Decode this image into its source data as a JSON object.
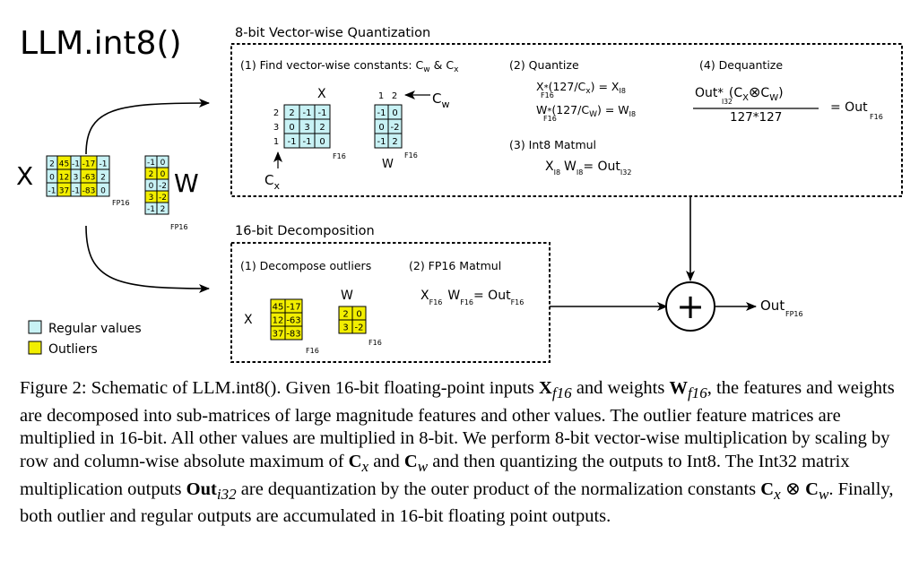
{
  "title": "LLM.int8()",
  "colors": {
    "regular": "#c8f2f5",
    "outlier": "#f2ee00",
    "line": "#000000"
  },
  "left": {
    "x_label": "X",
    "w_label": "W",
    "x_matrix": [
      [
        "2",
        "45",
        "-1",
        "-17",
        "-1"
      ],
      [
        "0",
        "12",
        "3",
        "-63",
        "2"
      ],
      [
        "-1",
        "37",
        "-1",
        "-83",
        "0"
      ]
    ],
    "x_outlier_cols": [
      1,
      3
    ],
    "x_tag": "FP16",
    "w_matrix": [
      [
        "-1",
        "0"
      ],
      [
        "2",
        "0"
      ],
      [
        "0",
        "-2"
      ],
      [
        "3",
        "-2"
      ],
      [
        "-1",
        "2"
      ]
    ],
    "w_outlier_rows": [
      1,
      3
    ],
    "w_tag": "FP16"
  },
  "legend": {
    "regular": "Regular values",
    "outliers": "Outliers"
  },
  "int8_box": {
    "heading": "8-bit Vector-wise Quantization",
    "step1": "(1) Find vector-wise constants: C",
    "step1_sub_w": "w",
    "step1_amp": " & C",
    "step1_sub_x": "x",
    "x_label": "X",
    "x_matrix": [
      [
        "2",
        "-1",
        "-1"
      ],
      [
        "0",
        "3",
        "2"
      ],
      [
        "-1",
        "-1",
        "0"
      ]
    ],
    "x_row_idx": [
      "2",
      "3",
      "1"
    ],
    "x_tag": "F16",
    "cx_label": "C",
    "cx_sub": "x",
    "w_matrix": [
      [
        "-1",
        "0"
      ],
      [
        "0",
        "-2"
      ],
      [
        "-1",
        "2"
      ]
    ],
    "w_col_idx": [
      "1",
      "2"
    ],
    "w_label": "W",
    "w_tag": "F16",
    "cw_label": "C",
    "cw_sub": "w",
    "step2": "(2) Quantize",
    "q1": {
      "a": "X",
      "a_sub": "F16",
      "b": "(127/C",
      "b_sub": "x",
      "c": ") = X",
      "c_sub": "I8"
    },
    "q2": {
      "a": "W",
      "a_sub": "F16",
      "b": "(127/C",
      "b_sub": "W",
      "c": ") = W",
      "c_sub": "I8"
    },
    "step3": "(3) Int8 Matmul",
    "mm": {
      "a": "X",
      "a_sub": "I8",
      "b": "W",
      "b_sub": "I8",
      "c": "= Out",
      "c_sub": "I32"
    },
    "step4": "(4) Dequantize",
    "dq_num": "Out",
    "dq_num_sub": "I32",
    "dq_num2": "(C",
    "dq_num2_sub": "X",
    "dq_otimes": "⊗",
    "dq_num3": "C",
    "dq_num3_sub": "W",
    "dq_num4": ")",
    "dq_den": "127*127",
    "dq_res": "= Out",
    "dq_res_sub": "F16"
  },
  "fp16_box": {
    "heading": "16-bit Decomposition",
    "step1": "(1) Decompose outliers",
    "x_label": "X",
    "x_matrix": [
      [
        "45",
        "-17"
      ],
      [
        "12",
        "-63"
      ],
      [
        "37",
        "-83"
      ]
    ],
    "x_tag": "F16",
    "w_label": "W",
    "w_matrix": [
      [
        "2",
        "0"
      ],
      [
        "3",
        "-2"
      ]
    ],
    "w_tag": "F16",
    "step2": "(2) FP16 Matmul",
    "mm": {
      "a": "X",
      "a_sub": "F16",
      "b": "W",
      "b_sub": "F16",
      "c": "= Out",
      "c_sub": "F16"
    }
  },
  "output": {
    "plus": "+",
    "label": "Out",
    "sub": "FP16"
  },
  "caption": {
    "p1": "Figure 2: Schematic of LLM.int8(). Given 16-bit floating-point inputs ",
    "Xsym": "X",
    "Xsub": "f16",
    "p2": " and weights ",
    "Wsym": "W",
    "Wsub": "f16",
    "p3": ", the features and weights are decomposed into sub-matrices of large magnitude features and other values. The outlier feature matrices are multiplied in 16-bit. All other values are multiplied in 8-bit. We perform 8-bit vector-wise multiplication by scaling by row and column-wise absolute maximum of ",
    "Cx": "C",
    "Cx_sub": "x",
    "p4": " and ",
    "Cw": "C",
    "Cw_sub": "w",
    "p5": " and then quantizing the outputs to Int8. The Int32 matrix multiplication outputs ",
    "Out": "Out",
    "Out_sub": "i32",
    "p6": " are dequantization by the outer product of the normalization constants ",
    "C1": "C",
    "C1_sub": "x",
    "otimes": " ⊗ ",
    "C2": "C",
    "C2_sub": "w",
    "p7": ". Finally, both outlier and regular outputs are accumulated in 16-bit floating point outputs."
  }
}
